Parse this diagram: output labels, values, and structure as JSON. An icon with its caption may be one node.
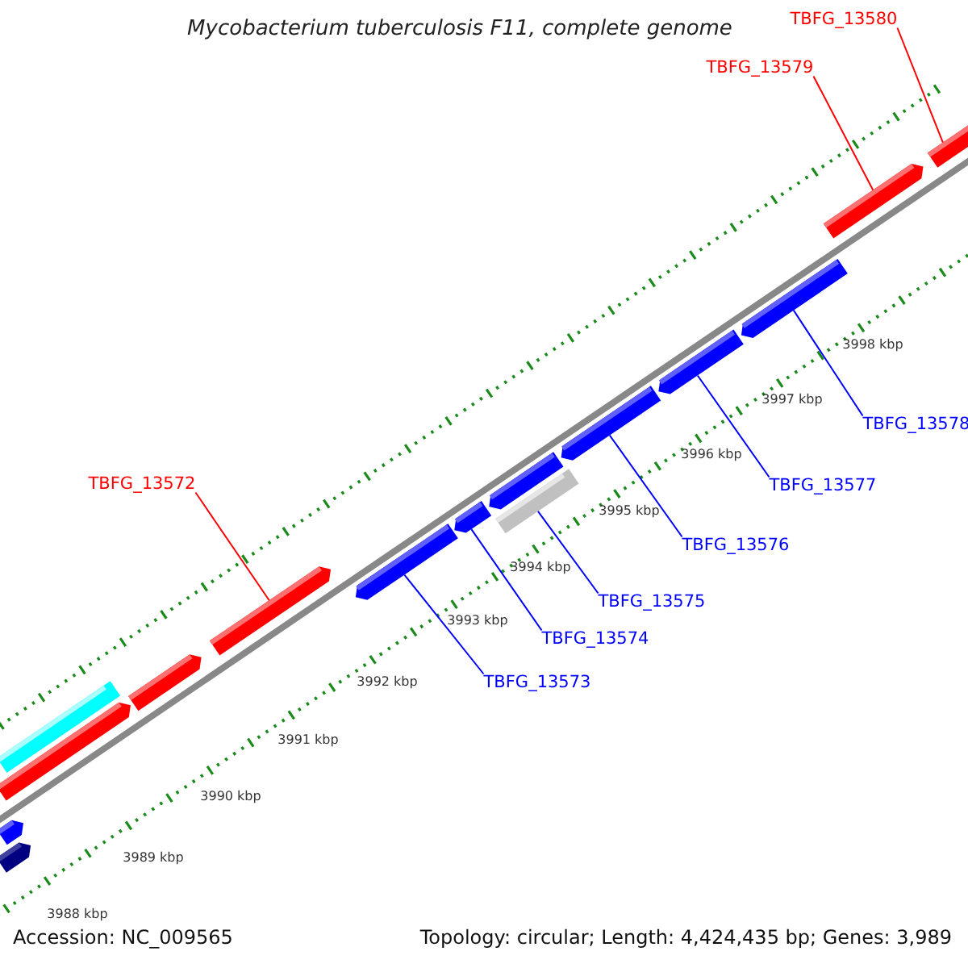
{
  "diagram": {
    "title": "Mycobacterium tuberculosis F11, complete genome",
    "nodes": [
      {
        "text": [
          "TBFG_13580"
        ]
      },
      {
        "text": [
          "TBFG_13579"
        ]
      },
      {
        "text": [
          "TBFG_13572"
        ]
      },
      {
        "text": [
          "TBFG_13578"
        ]
      },
      {
        "text": [
          "TBFG_13577"
        ]
      },
      {
        "text": [
          "TBFG_13576"
        ]
      },
      {
        "text": [
          "TBFG_13575"
        ]
      },
      {
        "text": [
          "TBFG_13574"
        ]
      },
      {
        "text": [
          "TBFG_13573"
        ]
      },
      {
        "text": [],
        "shape": "bar"
      },
      {
        "text": [],
        "shape": "bar"
      },
      {
        "text": [],
        "shape": "bar"
      },
      {
        "text": [],
        "shape": "bar"
      },
      {
        "text": [],
        "shape": "bar"
      },
      {
        "text": [],
        "shape": "bar"
      },
      {
        "text": [],
        "shape": "bar"
      },
      {
        "text": [],
        "shape": "bar"
      },
      {
        "text": [],
        "shape": "bar"
      },
      {
        "text": [],
        "shape": "bar"
      },
      {
        "text": [],
        "shape": "bar"
      },
      {
        "text": [],
        "shape": "bar"
      },
      {
        "text": [],
        "shape": "bar"
      },
      {
        "text": [],
        "shape": "bar"
      },
      {
        "text": [],
        "shape": "bar"
      }
    ],
    "edges": [
      {
        "from": 0,
        "to": 23,
        "arrow": "none",
        "color": "#ff0000"
      },
      {
        "from": 1,
        "to": 22,
        "arrow": "none",
        "color": "#ff0000"
      },
      {
        "from": 2,
        "to": 14,
        "arrow": "none",
        "color": "#ff0000"
      },
      {
        "from": 3,
        "to": 21,
        "arrow": "none"
      },
      {
        "from": 4,
        "to": 20,
        "arrow": "none"
      },
      {
        "from": 5,
        "to": 19,
        "arrow": "none"
      },
      {
        "from": 6,
        "to": 17,
        "arrow": "none"
      },
      {
        "from": 7,
        "to": 16,
        "arrow": "none"
      },
      {
        "from": 8,
        "to": 15,
        "arrow": "none"
      }
    ],
    "labels": [
      "3998 kbp",
      "3997 kbp",
      "3996 kbp",
      "3995 kbp",
      "3994 kbp",
      "3993 kbp",
      "3992 kbp",
      "3991 kbp",
      "3990 kbp",
      "3989 kbp",
      "3988 kbp",
      "Accession: NC_009565",
      "Topology: circular; Length: 4,424,435 bp; Genes: 3,989"
    ]
  }
}
